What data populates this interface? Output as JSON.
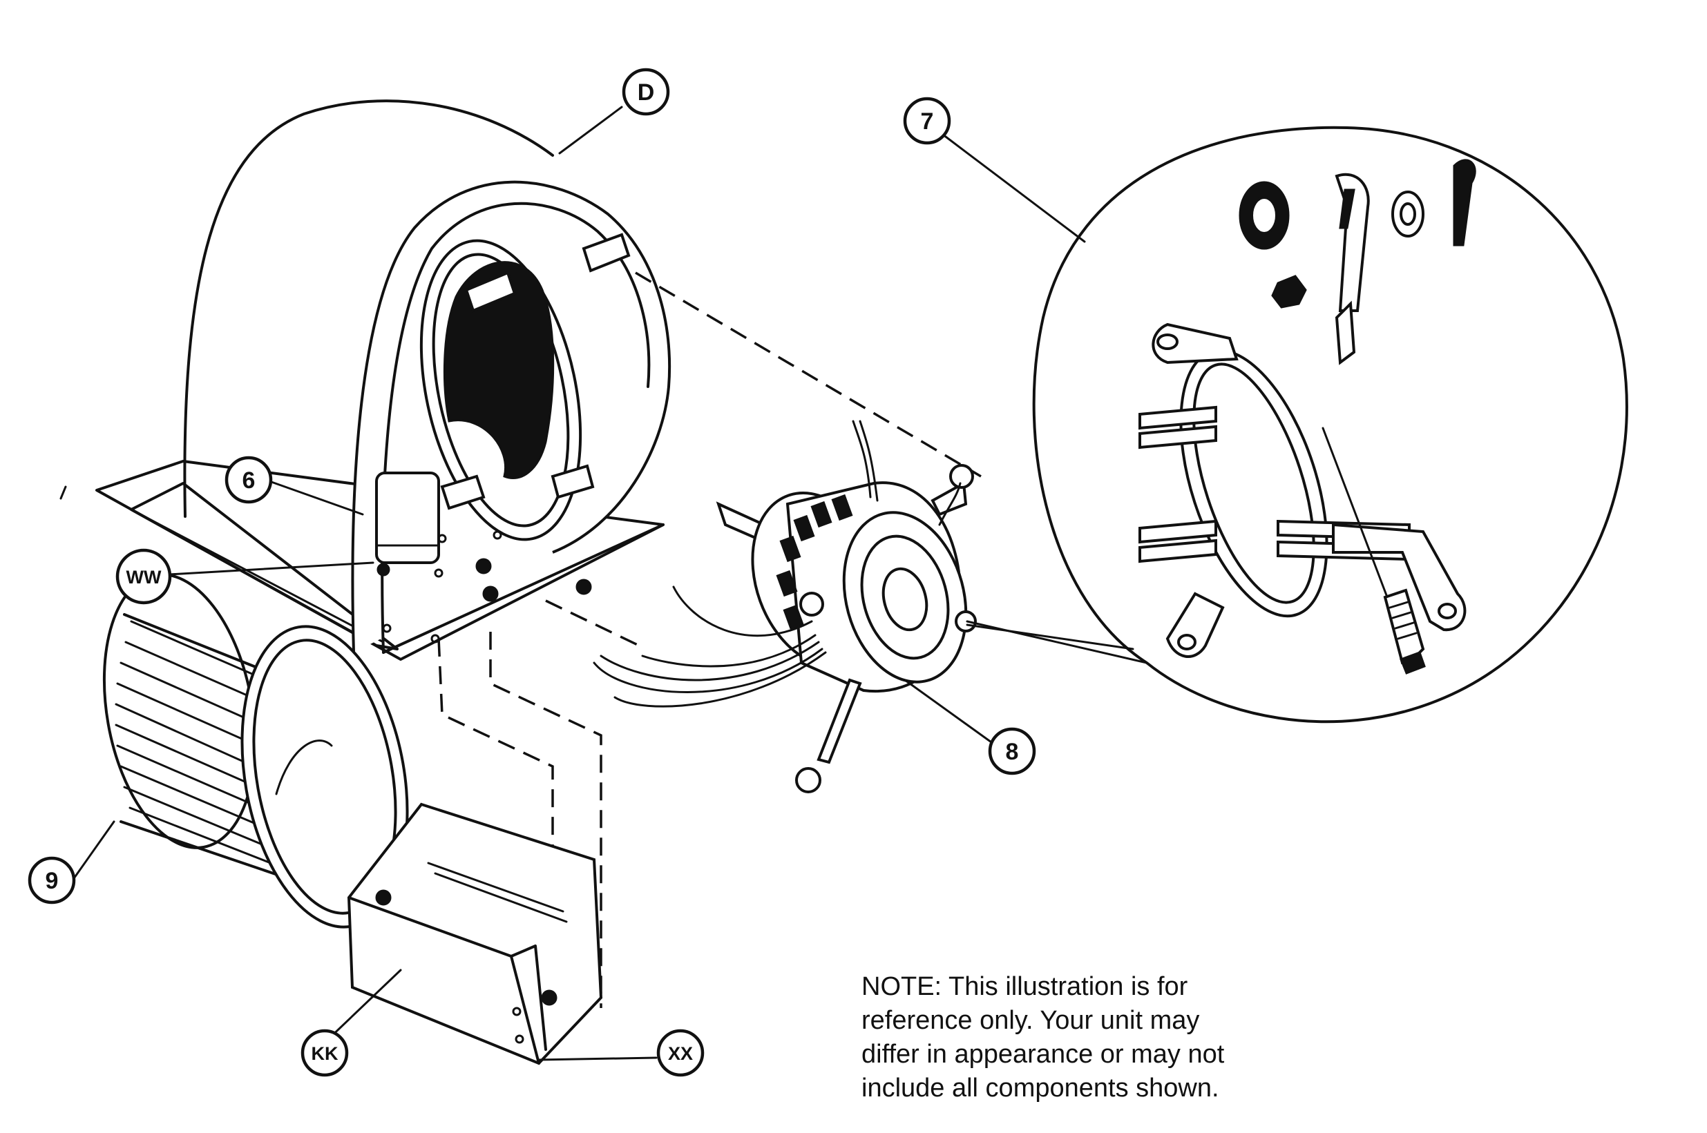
{
  "callouts": {
    "d": "D",
    "seven": "7",
    "six": "6",
    "ww": "WW",
    "eight": "8",
    "nine": "9",
    "kk": "KK",
    "xx": "XX"
  },
  "note": "NOTE:      This illustration is for\nreference only.    Your unit may\ndiffer in appearance or may not\ninclude all components shown."
}
